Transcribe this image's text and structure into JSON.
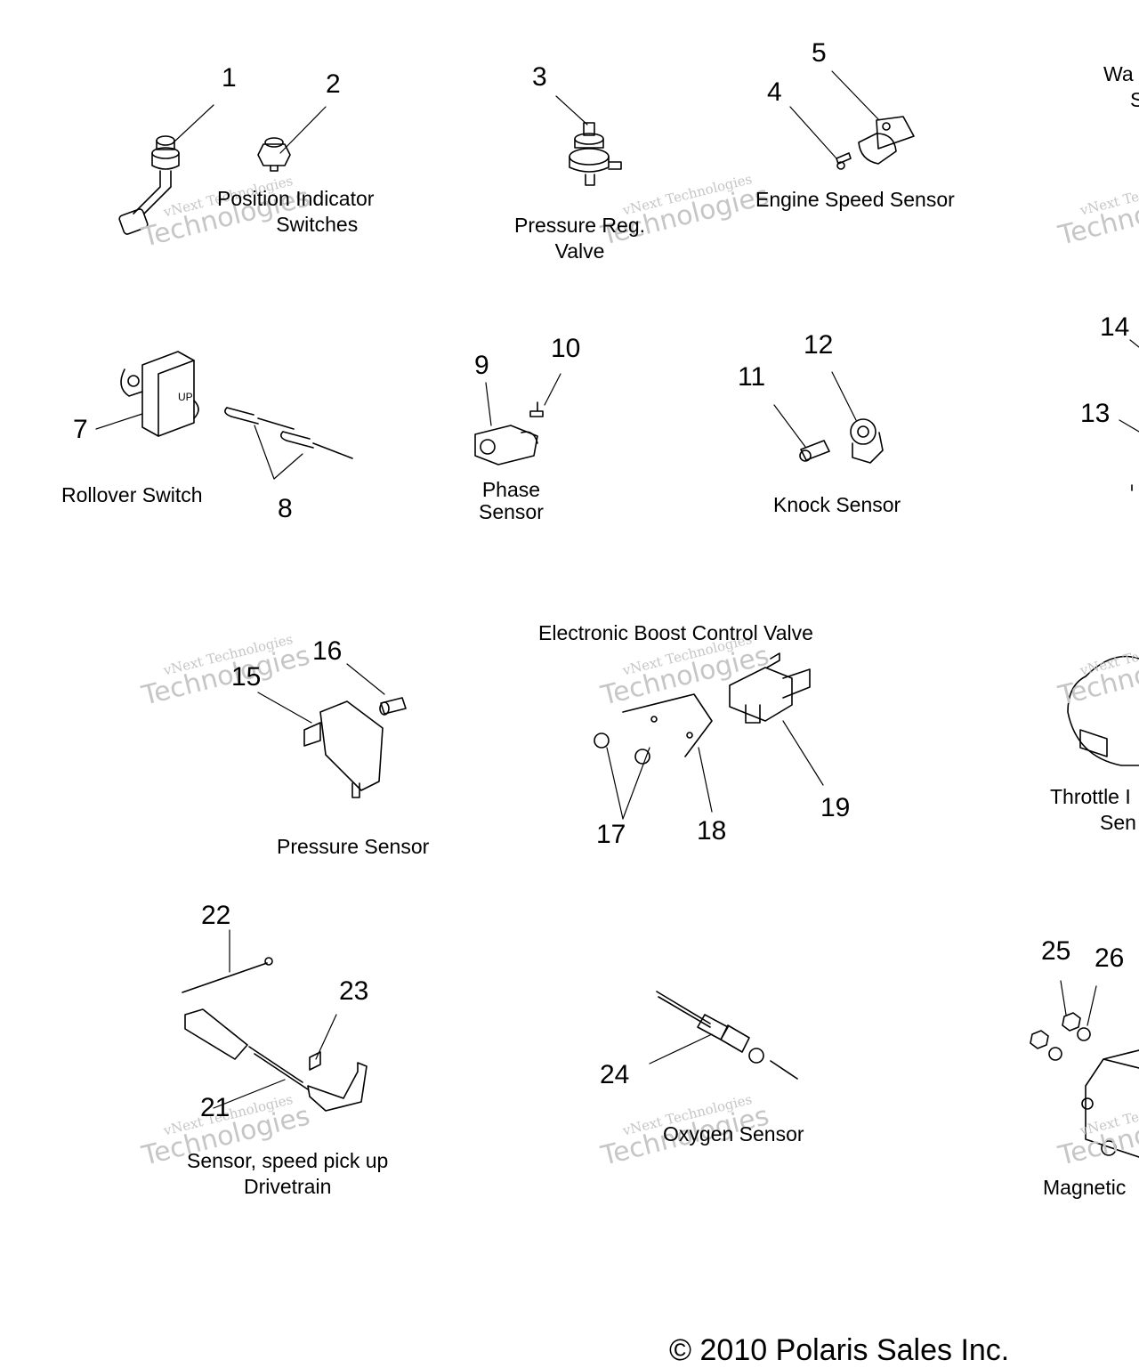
{
  "callouts": {
    "n1": "1",
    "n2": "2",
    "n3": "3",
    "n4": "4",
    "n5": "5",
    "n7": "7",
    "n8": "8",
    "n9": "9",
    "n10": "10",
    "n11": "11",
    "n12": "12",
    "n13": "13",
    "n14": "14",
    "n15": "15",
    "n16": "16",
    "n17": "17",
    "n18": "18",
    "n19": "19",
    "n21": "21",
    "n22": "22",
    "n23": "23",
    "n24": "24",
    "n25": "25",
    "n26": "26"
  },
  "captions": {
    "position_indicator_1": "Position Indicator",
    "position_indicator_2": "Switches",
    "pressure_reg_1": "Pressure Reg.",
    "pressure_reg_2": "Valve",
    "engine_speed": "Engine Speed Sensor",
    "water_1": "Wa",
    "water_2": "S",
    "rollover": "Rollover Switch",
    "phase_1": "Phase",
    "phase_2": "Sensor",
    "knock": "Knock Sensor",
    "boost": "Electronic Boost Control Valve",
    "pressure_sensor": "Pressure Sensor",
    "throttle_1": "Throttle I",
    "throttle_2": "Sen",
    "speed_pickup_1": "Sensor, speed pick up",
    "speed_pickup_2": "Drivetrain",
    "oxygen": "Oxygen Sensor",
    "magnetic": "Magnetic"
  },
  "watermark": {
    "line1": "vNext Technologies",
    "line2": "Technologies",
    "top": "vNext"
  },
  "copyright": "© 2010 Polaris Sales Inc."
}
